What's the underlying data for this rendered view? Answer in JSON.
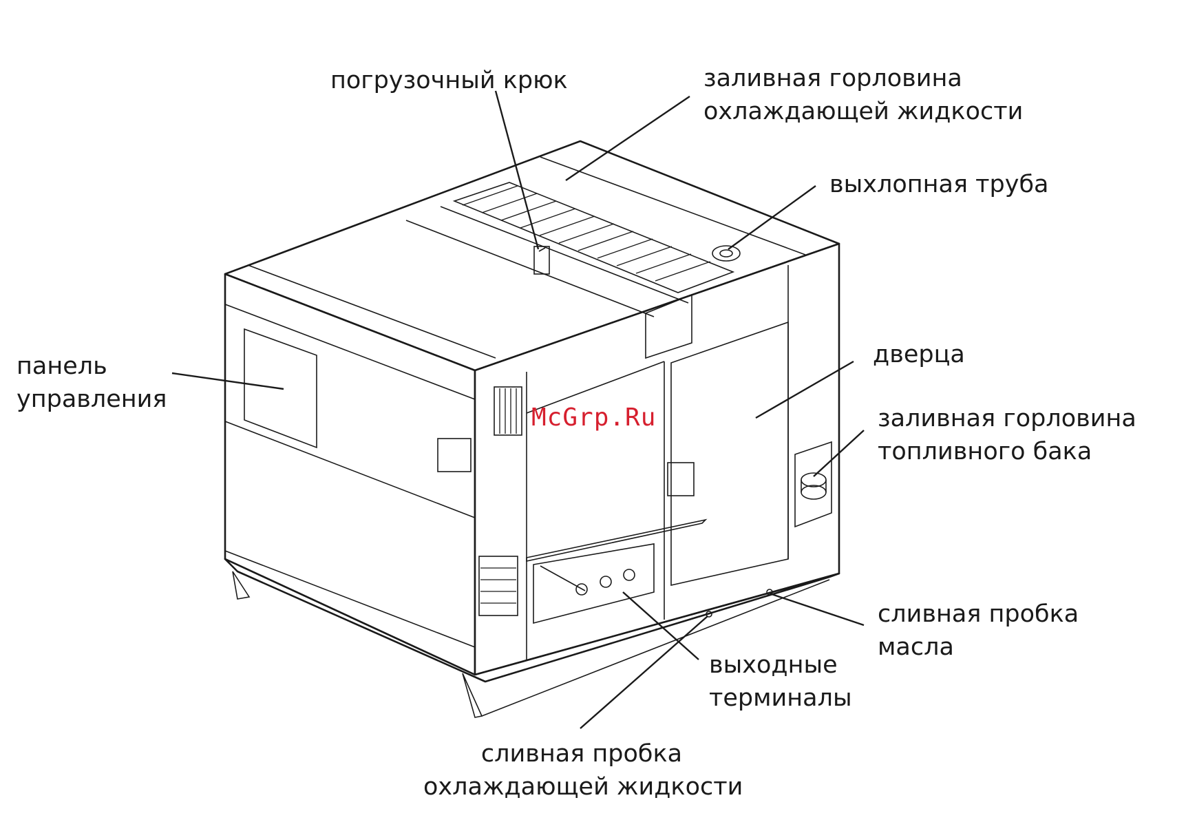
{
  "watermark": "McGrp.Ru",
  "labels": {
    "lifting_hook": "погрузочный крюк",
    "coolant_filler_neck": [
      "заливная горловина",
      "охлаждающей жидкости"
    ],
    "exhaust_pipe": "выхлопная труба",
    "control_panel": [
      "панель",
      "управления"
    ],
    "door": "дверца",
    "fuel_filler_neck": [
      "заливная горловина",
      "топливного бака"
    ],
    "oil_drain_plug": [
      "сливная пробка",
      "масла"
    ],
    "output_terminals": [
      "выходные",
      "терминалы"
    ],
    "coolant_drain_plug": [
      "сливная пробка",
      "охлаждающей жидкости"
    ]
  }
}
